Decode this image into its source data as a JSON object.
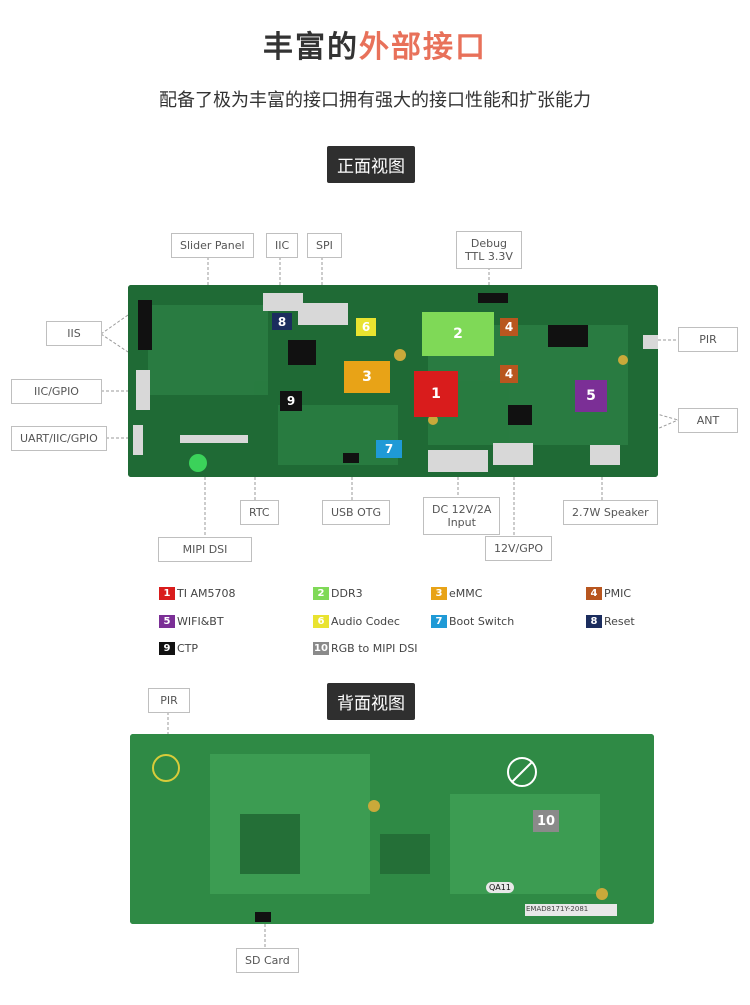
{
  "header": {
    "title_plain": "丰富的",
    "title_highlight": "外部接口",
    "subtitle": "配备了极为丰富的接口拥有强大的接口性能和扩张能力"
  },
  "sections": {
    "front": "正面视图",
    "back": "背面视图"
  },
  "front_callouts": {
    "slider_panel": "Slider Panel",
    "iic": "IIC",
    "spi": "SPI",
    "debug_line1": "Debug",
    "debug_line2": "TTL 3.3V",
    "iis": "IIS",
    "iic_gpio": "IIC/GPIO",
    "uart_iic_gpio": "UART/IIC/GPIO",
    "pir": "PIR",
    "ant": "ANT",
    "rtc": "RTC",
    "usb_otg": "USB OTG",
    "dc_line1": "DC 12V/2A",
    "dc_line2": "Input",
    "speaker": "2.7W Speaker",
    "mipi_dsi": "MIPI DSI",
    "gpo": "12V/GPO"
  },
  "back_callouts": {
    "pir": "PIR",
    "sd_card": "SD Card"
  },
  "markers": {
    "m1": "1",
    "m2": "2",
    "m3": "3",
    "m4a": "4",
    "m4b": "4",
    "m5": "5",
    "m6": "6",
    "m7": "7",
    "m8": "8",
    "m9": "9",
    "m10": "10"
  },
  "board_text": {
    "back_code": "EMAD8171Y-2081",
    "back_qa": "QA11"
  },
  "legend": [
    {
      "num": "1",
      "label": "TI AM5708",
      "color": "#d91c1c"
    },
    {
      "num": "2",
      "label": "DDR3",
      "color": "#7fd957"
    },
    {
      "num": "3",
      "label": "eMMC",
      "color": "#e8a317"
    },
    {
      "num": "4",
      "label": "PMIC",
      "color": "#b8561f"
    },
    {
      "num": "5",
      "label": "WIFI&BT",
      "color": "#7b2f96"
    },
    {
      "num": "6",
      "label": "Audio Codec",
      "color": "#e9e330"
    },
    {
      "num": "7",
      "label": "Boot Switch",
      "color": "#1f9ad6"
    },
    {
      "num": "8",
      "label": "Reset",
      "color": "#1b2d5e"
    },
    {
      "num": "9",
      "label": "CTP",
      "color": "#111111"
    },
    {
      "num": "10",
      "label": "RGB to MIPI DSI",
      "color": "#8a8a8a"
    }
  ]
}
